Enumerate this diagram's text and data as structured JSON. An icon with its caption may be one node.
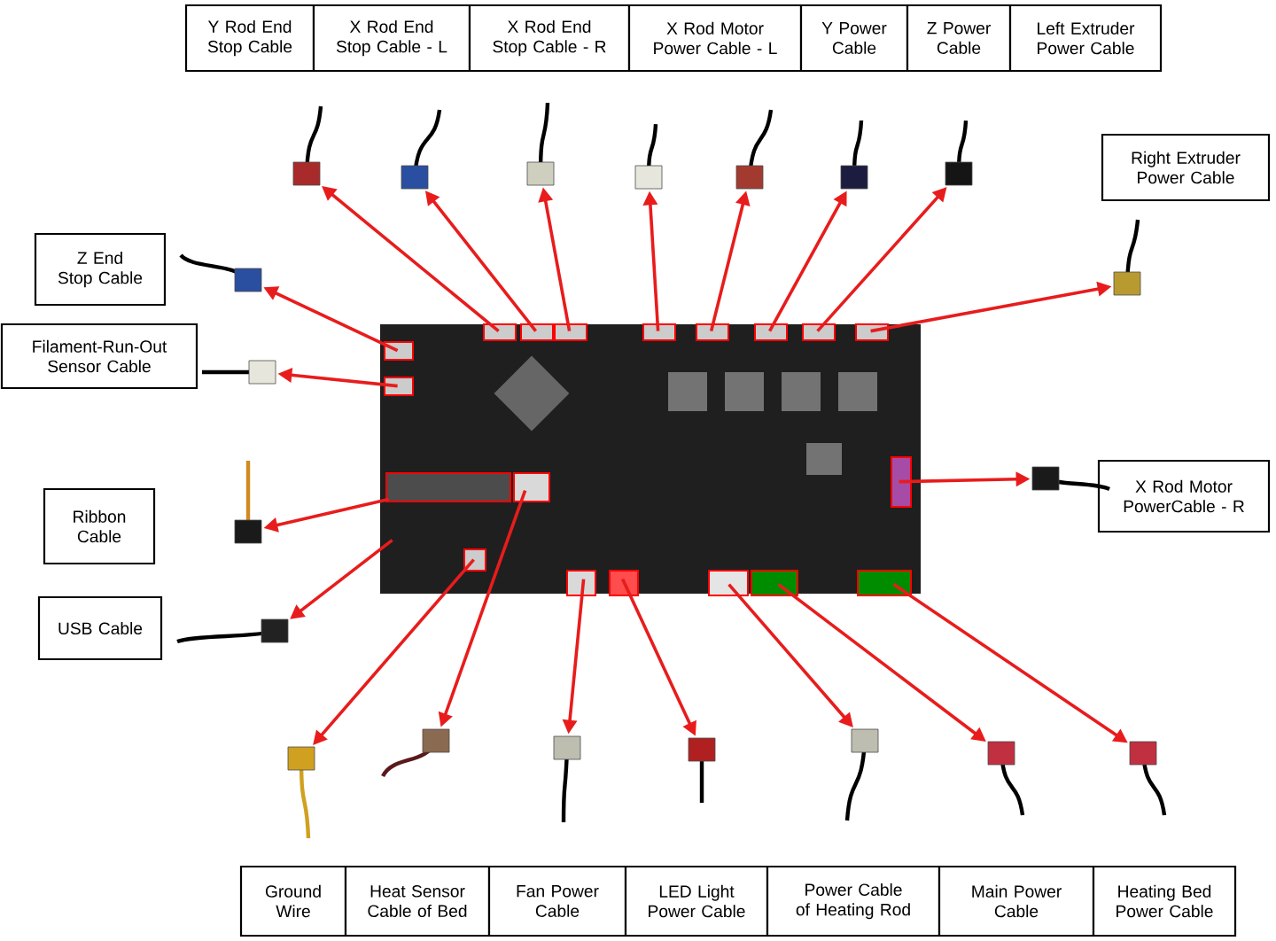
{
  "diagram": {
    "nodes": [
      {
        "text": [],
        "shape": "picture"
      },
      {
        "text": [
          "Y Rod End Stop Cable"
        ]
      },
      {
        "text": [
          "X Rod End Stop Cable - L"
        ]
      },
      {
        "text": [
          "X Rod End Stop Cable - R"
        ]
      },
      {
        "text": [
          "X Rod Motor Power Cable - L"
        ]
      },
      {
        "text": [
          "Y Power Cable"
        ]
      },
      {
        "text": [
          "Z Power Cable"
        ]
      },
      {
        "text": [
          "Left Extruder Power Cable"
        ]
      },
      {
        "text": [
          "Right Extruder Power Cable"
        ]
      },
      {
        "text": [
          "Z End Stop Cable"
        ]
      },
      {
        "text": [
          "Filament-Run-Out Sensor Cable"
        ]
      },
      {
        "text": [
          "Ribbon Cable"
        ]
      },
      {
        "text": [
          "USB Cable"
        ]
      },
      {
        "text": [
          "X Rod Motor PowerCable - R"
        ]
      },
      {
        "text": [
          "Ground Wire"
        ]
      },
      {
        "text": [
          "Heat Sensor Cable of Bed"
        ]
      },
      {
        "text": [
          "Fan Power Cable"
        ]
      },
      {
        "text": [
          "LED Light Power Cable"
        ]
      },
      {
        "text": [
          "Power Cable of Heating Rod"
        ]
      },
      {
        "text": [
          "Main Power Cable"
        ]
      },
      {
        "text": [
          "Heating Bed Power Cable"
        ]
      },
      {
        "text": [],
        "shape": "picture"
      },
      {
        "text": [],
        "shape": "picture"
      },
      {
        "text": [],
        "shape": "picture"
      },
      {
        "text": [],
        "shape": "picture"
      },
      {
        "text": [],
        "shape": "picture"
      },
      {
        "text": [],
        "shape": "picture"
      },
      {
        "text": [],
        "shape": "picture"
      },
      {
        "text": [],
        "shape": "picture"
      },
      {
        "text": [],
        "shape": "picture"
      },
      {
        "text": [],
        "shape": "picture"
      },
      {
        "text": [],
        "shape": "picture"
      },
      {
        "text": [],
        "shape": "picture"
      },
      {
        "text": [],
        "shape": "picture"
      },
      {
        "text": [],
        "shape": "picture"
      },
      {
        "text": [],
        "shape": "picture"
      },
      {
        "text": [],
        "shape": "picture"
      },
      {
        "text": [],
        "shape": "picture"
      },
      {
        "text": [],
        "shape": "picture"
      },
      {
        "text": [],
        "shape": "picture"
      },
      {
        "text": [],
        "shape": "picture"
      }
    ],
    "edges": [
      {
        "from": 0,
        "to": 21,
        "arrow": "to"
      },
      {
        "from": 0,
        "to": 22,
        "arrow": "to"
      },
      {
        "from": 0,
        "to": 23,
        "arrow": "to"
      },
      {
        "from": 0,
        "to": 24,
        "arrow": "to"
      },
      {
        "from": 0,
        "to": 25,
        "arrow": "to"
      },
      {
        "from": 0,
        "to": 26,
        "arrow": "to"
      },
      {
        "from": 0,
        "to": 27,
        "arrow": "to"
      },
      {
        "from": 0,
        "to": 28,
        "arrow": "to"
      },
      {
        "from": 0,
        "to": 29,
        "arrow": "to"
      },
      {
        "from": 0,
        "to": 30,
        "arrow": "to"
      },
      {
        "from": 0,
        "to": 31,
        "arrow": "to"
      },
      {
        "from": 0,
        "to": 32,
        "arrow": "to"
      },
      {
        "from": 0,
        "to": 33,
        "arrow": "to"
      },
      {
        "from": 0,
        "to": 34,
        "arrow": "to"
      },
      {
        "from": 0,
        "to": 35,
        "arrow": "to"
      },
      {
        "from": 0,
        "to": 36,
        "arrow": "to"
      },
      {
        "from": 0,
        "to": 37,
        "arrow": "to"
      },
      {
        "from": 0,
        "to": 38,
        "arrow": "to"
      },
      {
        "from": 0,
        "to": 39,
        "arrow": "to"
      },
      {
        "from": 0,
        "to": 40,
        "arrow": "to"
      }
    ]
  }
}
